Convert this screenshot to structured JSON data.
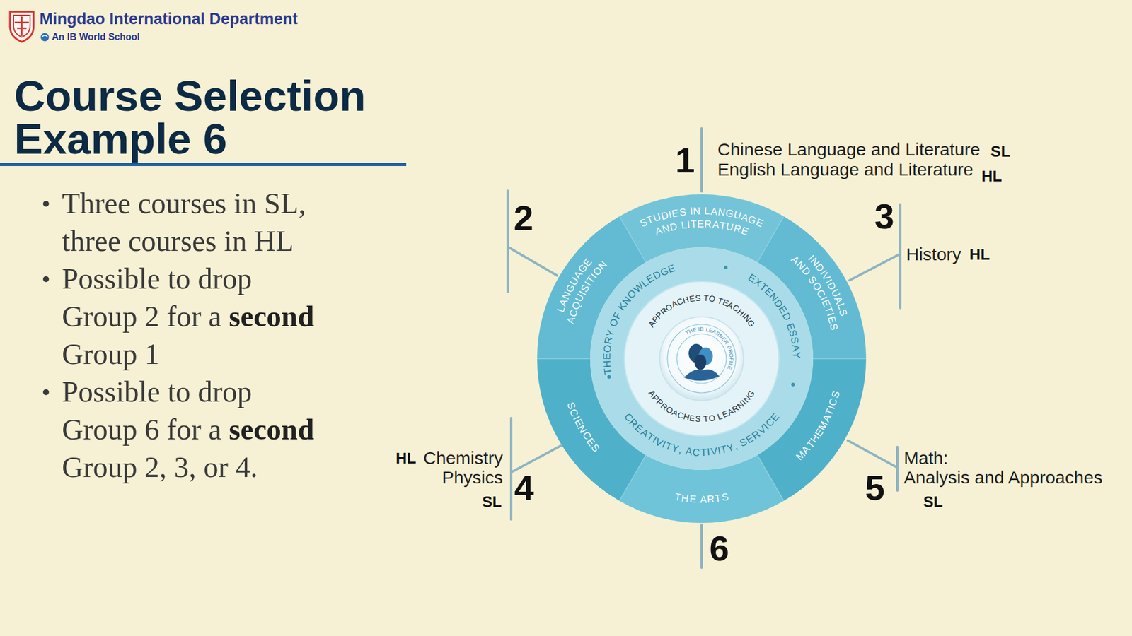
{
  "diagram": {
    "title": "Course Selection Example 6",
    "labels": [
      "Mingdao International Department",
      "An IB World School",
      "Three courses in SL, three courses in HL",
      "Possible to drop Group 2 for a",
      "second",
      "Group 1",
      "Possible to drop Group 6 for a",
      "second",
      "Group 2, 3, or 4.",
      "1",
      "Chinese Language and Literature",
      "SL",
      "English Language and Literature",
      "HL",
      "2",
      "3",
      "History",
      "HL",
      "4",
      "HL",
      "Chemistry",
      "Physics",
      "SL",
      "5",
      "Math:",
      "Analysis and Approaches",
      "SL",
      "6",
      "STUDIES IN LANGUAGE AND LITERATURE",
      "LANGUAGE ACQUISITION",
      "INDIVIDUALS AND SOCIETIES",
      "MATHEMATICS",
      "THE ARTS",
      "SCIENCES",
      "THEORY OF KNOWLEDGE",
      "EXTENDED ESSAY",
      "CREATIVITY, ACTIVITY, SERVICE",
      "APPROACHES TO TEACHING",
      "APPROACHES TO LEARNING",
      "THE IB LEARNER PROFILE"
    ]
  }
}
